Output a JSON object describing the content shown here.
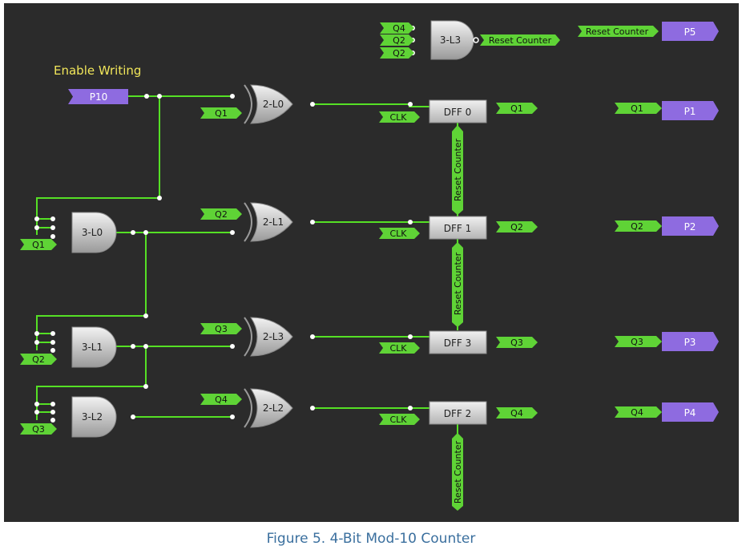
{
  "caption": "Figure 5. 4-Bit Mod-10 Counter",
  "colors": {
    "background": "#2b2b2b",
    "wire": "#55e025",
    "signal_tag": "#5fd336",
    "pin": "#8e6be0",
    "gate": "#c8c8c8",
    "note": "#2b2b2b",
    "note_text": "#f1e65a"
  },
  "note": {
    "text": "Enable Writing"
  },
  "pins": {
    "p10": "P10",
    "p5": "P5",
    "p1": "P1",
    "p2": "P2",
    "p3": "P3",
    "p4": "P4"
  },
  "gates": {
    "and_l3": "3-L3",
    "and_l0": "3-L0",
    "and_l1": "3-L1",
    "and_l2": "3-L2",
    "xor_l0": "2-L0",
    "xor_l1": "2-L1",
    "xor_l3": "2-L3",
    "xor_l2": "2-L2"
  },
  "flipflops": {
    "dff0": "DFF 0",
    "dff1": "DFF 1",
    "dff3": "DFF 3",
    "dff2": "DFF 2"
  },
  "tags": {
    "l3_in_q4": "Q4",
    "l3_in_q2a": "Q2",
    "l3_in_q2b": "Q2",
    "l3_out": "Reset Counter",
    "p5_in": "Reset Counter",
    "xl0_q1": "Q1",
    "xl1_q2": "Q2",
    "xl3_q3": "Q3",
    "xl2_q4": "Q4",
    "clk0": "CLK",
    "clk1": "CLK",
    "clk3": "CLK",
    "clk2": "CLK",
    "dff0_q": "Q1",
    "dff1_q": "Q2",
    "dff3_q": "Q3",
    "dff2_q": "Q4",
    "p1_in": "Q1",
    "p2_in": "Q2",
    "p3_in": "Q3",
    "p4_in": "Q4",
    "l0_q1": "Q1",
    "l1_q2": "Q2",
    "l2_q3": "Q3",
    "rst01": "Reset Counter",
    "rst13": "Reset Counter",
    "rst2": "Reset Counter"
  }
}
